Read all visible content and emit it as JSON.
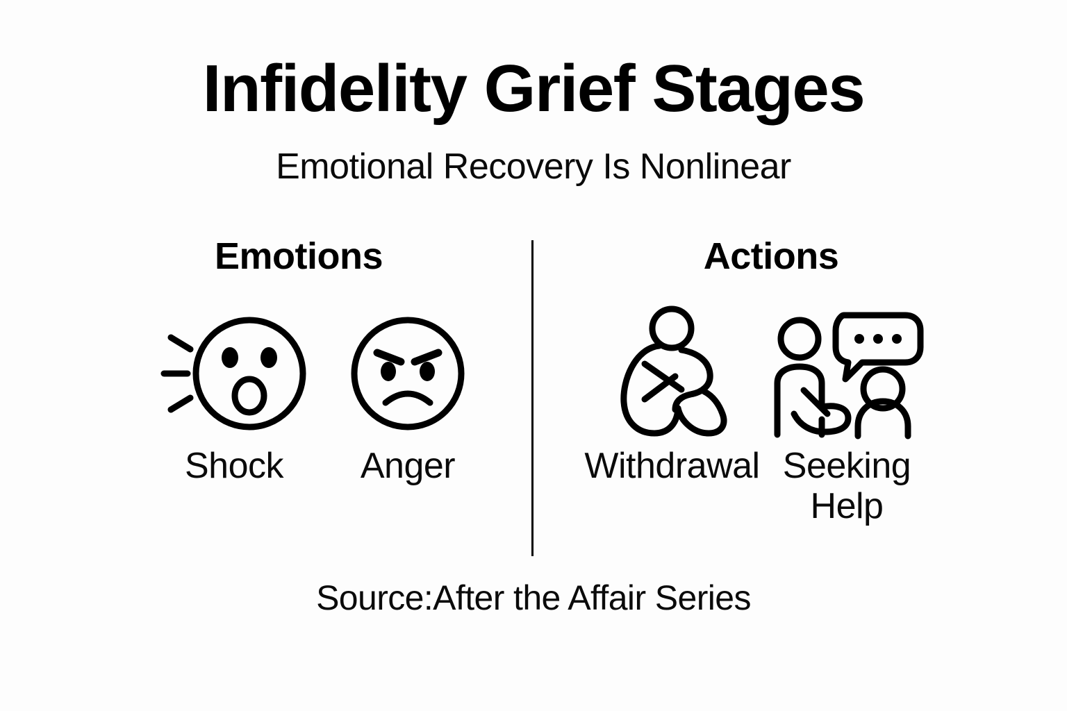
{
  "header": {
    "title": "Infidelity Grief Stages",
    "subtitle": "Emotional Recovery Is Nonlinear"
  },
  "columns": [
    {
      "id": "emotions",
      "header": "Emotions",
      "items": [
        {
          "label": "Shock",
          "icon": "shocked-face-icon"
        },
        {
          "label": "Anger",
          "icon": "angry-face-icon"
        }
      ]
    },
    {
      "id": "actions",
      "header": "Actions",
      "items": [
        {
          "label": "Withdrawal",
          "icon": "person-curled-up-icon"
        },
        {
          "label": "Seeking Help",
          "icon": "two-people-speech-bubble-icon"
        }
      ]
    }
  ],
  "footer": {
    "source": "Source:After the Affair Series"
  },
  "style": {
    "background": "#fdfdfd",
    "ink": "#000000",
    "divider": "#000000"
  }
}
